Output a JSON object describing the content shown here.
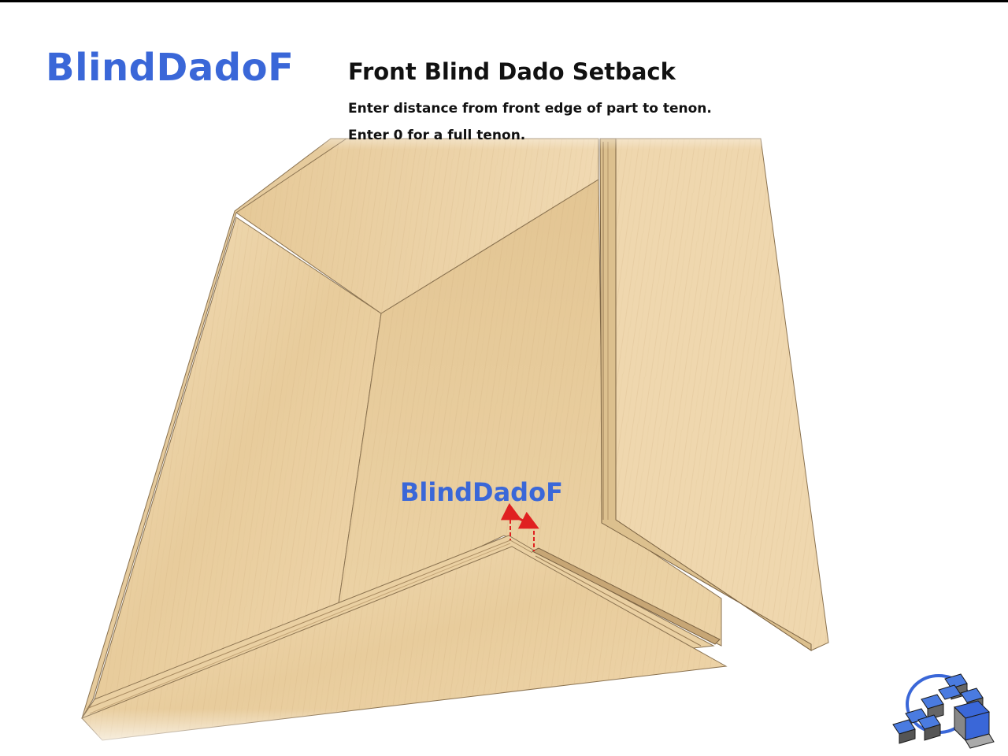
{
  "header": {
    "title": "BlindDadoF",
    "heading": "Front Blind Dado Setback",
    "instruction_1": "Enter distance from front edge of part to tenon.",
    "instruction_2": "Enter 0 for a full tenon."
  },
  "diagram": {
    "dimension_label": "BlindDadoF",
    "dimension_color": "#e02020",
    "label_color": "#3a67d8",
    "wood_color": "#ecd3a8"
  },
  "logo": {
    "icon": "cube-stack-logo-icon"
  }
}
